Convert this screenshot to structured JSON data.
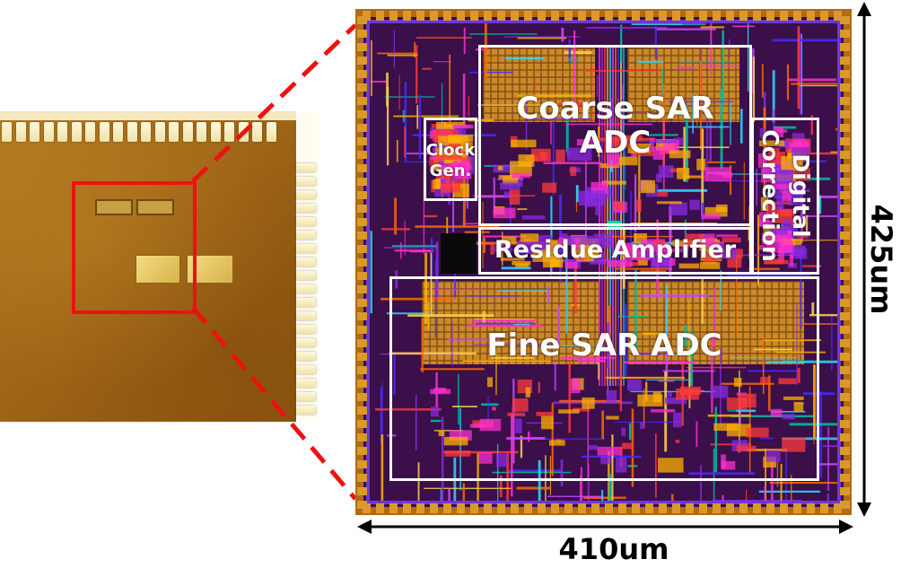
{
  "layout_labels": {
    "coarse_sar_adc_line1": "Coarse SAR",
    "coarse_sar_adc_line2": "ADC",
    "clock_gen_line1": "Clock",
    "clock_gen_line2": "Gen.",
    "digital_correction_line1": "Digital",
    "digital_correction_line2": "Correction",
    "residue_amplifier": "Residue Amplifier",
    "fine_sar_adc": "Fine SAR ADC"
  },
  "dimensions": {
    "width": "410um",
    "height": "425um"
  },
  "colors": {
    "outline": "#ffffff",
    "zoom_box": "#ee1111",
    "dashed_lines": "#ee1111",
    "arrows": "#000000"
  }
}
